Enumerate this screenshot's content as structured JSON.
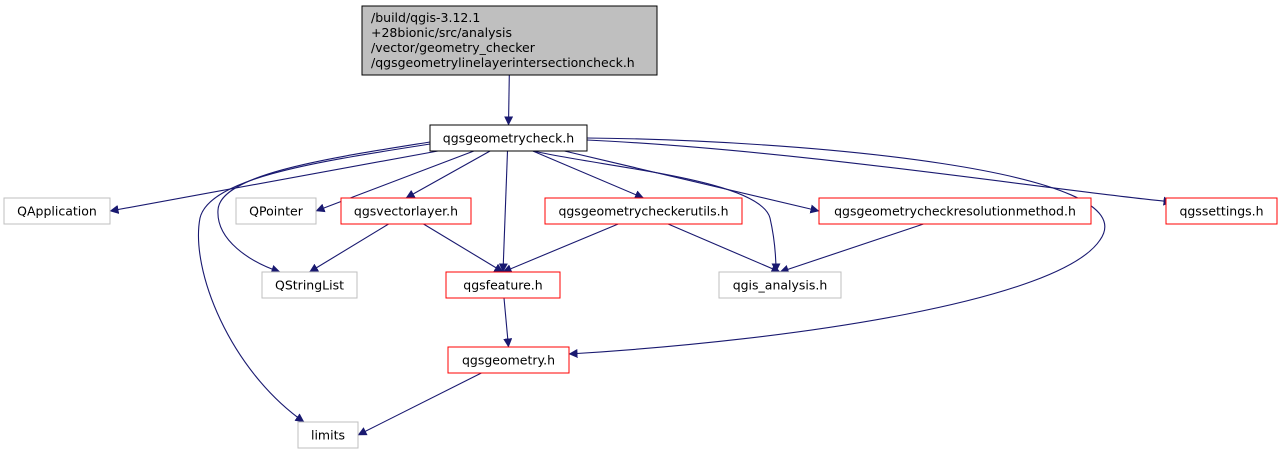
{
  "colors": {
    "edge": "#191970",
    "border_red": "#ff0000",
    "border_gray": "#bfbfbf",
    "border_black": "#000000",
    "root_fill": "#bfbfbf",
    "fill": "#ffffff"
  },
  "nodes": [
    {
      "id": "root",
      "name": "node-root-header",
      "style": "root",
      "lines": [
        "/build/qgis-3.12.1",
        "+28bionic/src/analysis",
        "/vector/geometry_checker",
        "/qgsgeometrylinelayerintersectioncheck.h"
      ]
    },
    {
      "id": "geometrycheck",
      "name": "node-qgsgeometrycheck",
      "style": "black",
      "lines": [
        "qgsgeometrycheck.h"
      ]
    },
    {
      "id": "qapplication",
      "name": "node-qapplication",
      "style": "gray",
      "lines": [
        "QApplication"
      ]
    },
    {
      "id": "qpointer",
      "name": "node-qpointer",
      "style": "gray",
      "lines": [
        "QPointer"
      ]
    },
    {
      "id": "vectorlayer",
      "name": "node-qgsvectorlayer",
      "style": "red",
      "lines": [
        "qgsvectorlayer.h"
      ]
    },
    {
      "id": "checkerutils",
      "name": "node-qgsgeometrycheckerutils",
      "style": "red",
      "lines": [
        "qgsgeometrycheckerutils.h"
      ]
    },
    {
      "id": "resolution",
      "name": "node-qgsgeometrycheckresolutionmethod",
      "style": "red",
      "lines": [
        "qgsgeometrycheckresolutionmethod.h"
      ]
    },
    {
      "id": "settings",
      "name": "node-qgssettings",
      "style": "red",
      "lines": [
        "qgssettings.h"
      ]
    },
    {
      "id": "stringlist",
      "name": "node-qstringlist",
      "style": "gray",
      "lines": [
        "QStringList"
      ]
    },
    {
      "id": "feature",
      "name": "node-qgsfeature",
      "style": "red",
      "lines": [
        "qgsfeature.h"
      ]
    },
    {
      "id": "analysis",
      "name": "node-qgis-analysis",
      "style": "gray",
      "lines": [
        "qgis_analysis.h"
      ]
    },
    {
      "id": "geometry",
      "name": "node-qgsgeometry",
      "style": "red",
      "lines": [
        "qgsgeometry.h"
      ]
    },
    {
      "id": "limits",
      "name": "node-limits",
      "style": "gray",
      "lines": [
        "limits"
      ]
    }
  ],
  "edges": [
    {
      "from": "root",
      "to": "geometrycheck"
    },
    {
      "from": "geometrycheck",
      "to": "qapplication"
    },
    {
      "from": "geometrycheck",
      "to": "qpointer"
    },
    {
      "from": "geometrycheck",
      "to": "vectorlayer"
    },
    {
      "from": "geometrycheck",
      "to": "feature"
    },
    {
      "from": "geometrycheck",
      "to": "checkerutils"
    },
    {
      "from": "geometrycheck",
      "to": "analysis"
    },
    {
      "from": "geometrycheck",
      "to": "resolution"
    },
    {
      "from": "geometrycheck",
      "to": "settings"
    },
    {
      "from": "geometrycheck",
      "to": "stringlist"
    },
    {
      "from": "geometrycheck",
      "to": "limits"
    },
    {
      "from": "geometrycheck",
      "to": "geometry"
    },
    {
      "from": "vectorlayer",
      "to": "stringlist"
    },
    {
      "from": "vectorlayer",
      "to": "feature"
    },
    {
      "from": "checkerutils",
      "to": "feature"
    },
    {
      "from": "checkerutils",
      "to": "analysis"
    },
    {
      "from": "resolution",
      "to": "analysis"
    },
    {
      "from": "feature",
      "to": "geometry"
    },
    {
      "from": "geometry",
      "to": "limits"
    }
  ]
}
